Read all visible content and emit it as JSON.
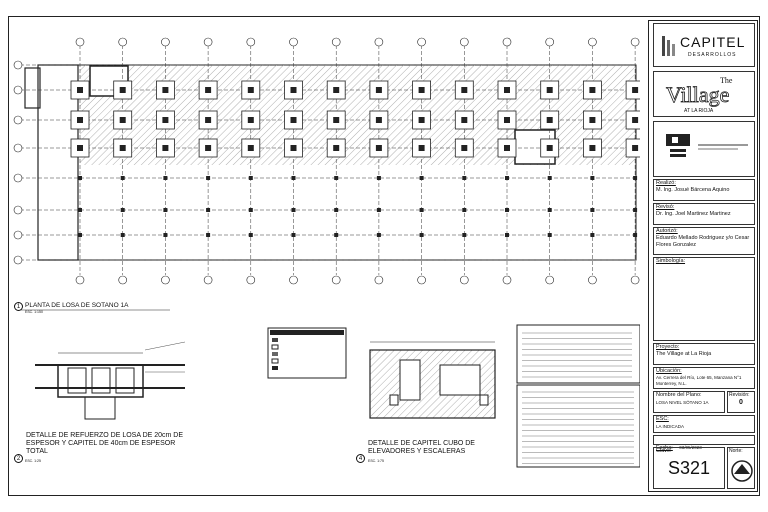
{
  "title_block": {
    "logo_text": "CAPITEL",
    "logo_sub": "DESARROLLOS",
    "project_logo_main": "Village",
    "project_logo_the": "The",
    "project_logo_sub": "AT LA RIOJA",
    "realizo_label": "Realizó:",
    "realizo_value": "M. Ing. Josué Bárcena Aquino",
    "reviso_label": "Revisó:",
    "reviso_value": "Dr. Ing. Joel Martinez Martinez",
    "autorizo_label": "Autorizó:",
    "autorizo_value": "Eduardo Mellado Rodriguez y/o Cesar Flores Gonzalez",
    "simbologia_label": "Simbología:",
    "proyecto_label": "Proyecto:",
    "proyecto_value": "The Village at La Rioja",
    "ubicacion_label": "Ubicación:",
    "ubicacion_value": "Av. Cerrera del Río, Lote 65, Manzana N°1 Monterrey, N.L.",
    "nombre_label": "Nombre del Plano:",
    "nombre_value": "LOSA NIVEL SÓTANO 1A",
    "revision_label": "Revisión:",
    "revision_value": "0",
    "esc_label": "ESC:",
    "esc_value": "LA INDICADA",
    "fecha_label": "Fecha:",
    "fecha_value": "03/05/2023",
    "clave_label": "Clave:",
    "clave_value": "S321",
    "norte_label": "Norte:"
  },
  "drawings": {
    "plan_number": "1",
    "plan_title": "PLANTA DE LOSA DE SOTANO 1A",
    "plan_scale": "ESC. 1:150",
    "detail2_number": "2",
    "detail2_title": "DETALLE DE REFUERZO DE LOSA DE 20cm DE ESPESOR Y CAPITEL DE 40cm DE ESPESOR TOTAL",
    "detail2_scale": "ESC. 1:25",
    "detail4_number": "4",
    "detail4_title": "DETALLE DE CAPITEL CUBO DE ELEVADORES Y ESCALERAS",
    "detail4_scale": "ESC. 1:75"
  },
  "colors": {
    "line": "#222222",
    "hatch": "#888888"
  }
}
